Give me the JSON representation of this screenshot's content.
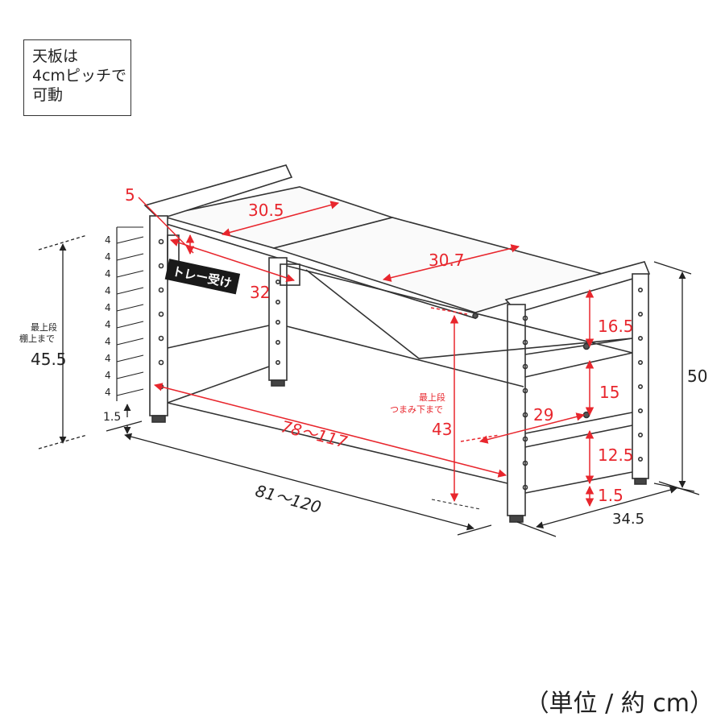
{
  "note": {
    "lines": [
      "天板は",
      "4cmピッチで",
      "可動"
    ]
  },
  "unit_label": "（単位 / 約 cm）",
  "tray_label": "トレー受け",
  "dimensions_red": {
    "d5": "5",
    "d30_5": "30.5",
    "d30_7": "30.7",
    "d32": "32",
    "d78_117": "78～117",
    "d43": "43",
    "d16_5": "16.5",
    "d15": "15",
    "d29": "29",
    "d12_5": "12.5",
    "d1_5": "1.5"
  },
  "dimensions_black": {
    "d81_120": "81～120",
    "d50": "50",
    "d34_5": "34.5",
    "d45_5": "45.5",
    "d1_5_left": "1.5"
  },
  "captions": {
    "top_shelf_line1": "最上段",
    "top_shelf_line2": "棚上まで",
    "top_knob_line1": "最上段",
    "top_knob_line2": "つまみ下まで"
  },
  "pitch_marks": [
    "4",
    "4",
    "4",
    "4",
    "4",
    "4",
    "4",
    "4",
    "4",
    "4"
  ],
  "colors": {
    "dimension_red": "#e8262d",
    "line_dark": "#222222",
    "tray_label_bg": "#1a1a1a",
    "tray_label_text": "#ffffff"
  }
}
